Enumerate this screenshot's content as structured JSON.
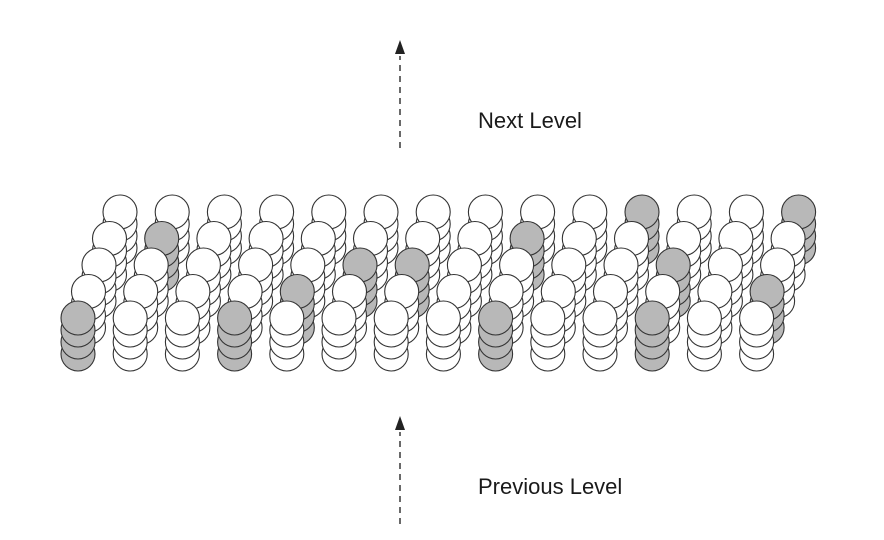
{
  "labels": {
    "next_level": "Next Level",
    "previous_level": "Previous Level"
  },
  "grid": {
    "rows": 5,
    "columns": 14,
    "stack_depth": 4
  },
  "active_cells": [
    [
      4,
      0
    ],
    [
      4,
      3
    ],
    [
      4,
      8
    ],
    [
      4,
      11
    ],
    [
      3,
      4
    ],
    [
      3,
      13
    ],
    [
      2,
      5
    ],
    [
      2,
      6
    ],
    [
      2,
      11
    ],
    [
      1,
      1
    ],
    [
      1,
      8
    ],
    [
      0,
      10
    ],
    [
      0,
      13
    ]
  ],
  "colors": {
    "active_fill": "#b8b8b8",
    "inactive_fill": "#ffffff",
    "stroke": "#333333",
    "arrow": "#444444"
  }
}
